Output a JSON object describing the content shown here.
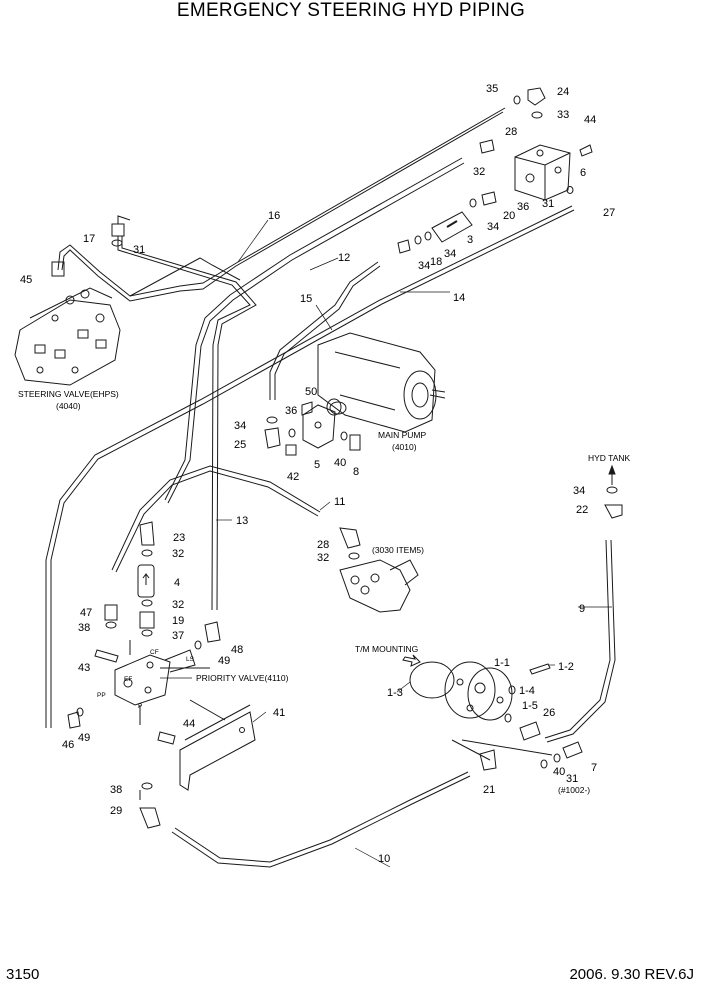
{
  "title": "EMERGENCY STEERING HYD PIPING",
  "page_number": "3150",
  "revision": "2006. 9.30  REV.6J",
  "labels": {
    "steering_valve": "STEERING VALVE(EHPS)",
    "steering_valve_ref": "(4040)",
    "main_pump": "MAIN PUMP",
    "main_pump_ref": "(4010)",
    "item_ref_3030": "(3030 ITEM5)",
    "hyd_tank": "HYD TANK",
    "tm_mounting": "T/M MOUNTING",
    "priority_valve": "PRIORITY VALVE(4110)",
    "serial_note": "(#1002-)",
    "port_cf": "CF",
    "port_ef": "EF",
    "port_ls": "LS",
    "port_pp": "PP",
    "port_p": "P"
  },
  "parts": [
    "35",
    "24",
    "33",
    "28",
    "44",
    "32",
    "6",
    "34",
    "20",
    "36",
    "31",
    "27",
    "3",
    "16",
    "17",
    "31",
    "45",
    "12",
    "34",
    "18",
    "34",
    "15",
    "14",
    "50",
    "36",
    "34",
    "25",
    "5",
    "40",
    "8",
    "42",
    "11",
    "13",
    "28",
    "32",
    "23",
    "32",
    "4",
    "32",
    "47",
    "19",
    "38",
    "37",
    "48",
    "49",
    "43",
    "41",
    "46",
    "49",
    "44",
    "38",
    "29",
    "10",
    "34",
    "22",
    "9",
    "1-1",
    "1-2",
    "1-3",
    "1-4",
    "1-5",
    "26",
    "21",
    "31",
    "40",
    "7"
  ],
  "colors": {
    "line": "#1a1a1a",
    "background": "#ffffff"
  }
}
